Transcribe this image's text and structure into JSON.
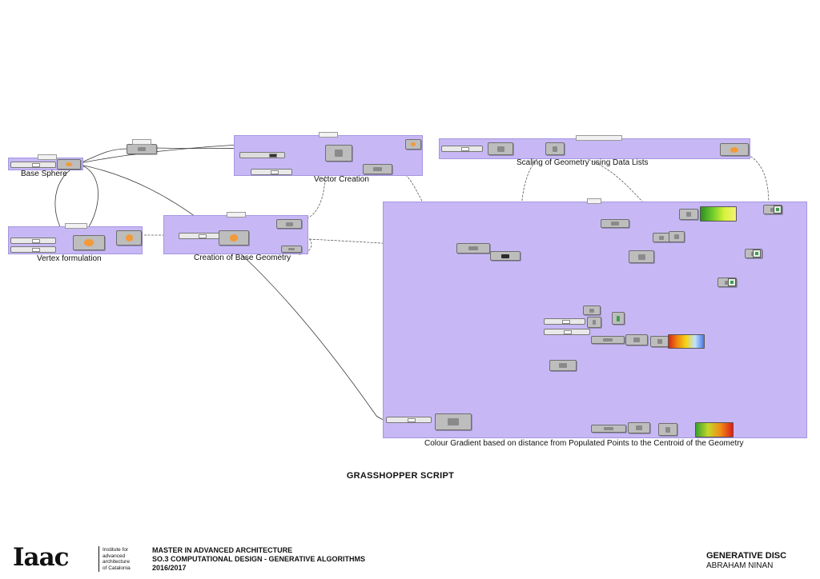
{
  "groups": {
    "base_sphere": "Base Sphere",
    "vertex_formulation": "Vertex formulation",
    "creation_base_geometry": "Creation of Base Geometry",
    "vector_creation": "Vector Creation",
    "scaling": "Scaling of Geometry using Data Lists",
    "colour_gradient": "Colour Gradient based on distance from Populated Points to the Centroid of the Geometry"
  },
  "title": "GRASSHOPPER SCRIPT",
  "footer": {
    "logo": "Iaac",
    "institute_lines": [
      "Institute for",
      "advanced",
      "architecture",
      "of Catalonia"
    ],
    "course_lines": [
      "MASTER IN ADVANCED ARCHITECTURE",
      "SO.3 COMPUTATIONAL DESIGN - GENERATIVE ALGORITHMS",
      "2016/2017"
    ],
    "project_title": "GENERATIVE DISC",
    "author": "ABRAHAM NINAN"
  },
  "colors": {
    "group_fill": "#c7b8f5",
    "node_fill": "#bdbdbd",
    "wire": "#3a3a3a"
  }
}
